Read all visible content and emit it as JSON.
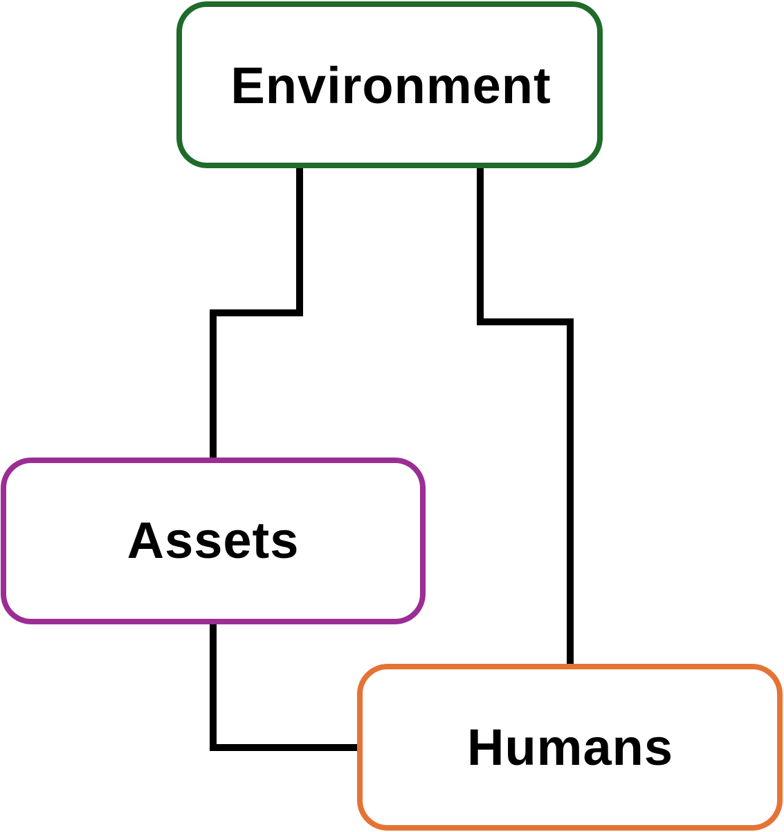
{
  "diagram": {
    "nodes": {
      "environment": {
        "label": "Environment",
        "color": "#1e6b2a"
      },
      "assets": {
        "label": "Assets",
        "color": "#9b2d94"
      },
      "humans": {
        "label": "Humans",
        "color": "#e57335"
      }
    },
    "edges": [
      {
        "from": "environment",
        "to": "assets"
      },
      {
        "from": "environment",
        "to": "humans"
      },
      {
        "from": "assets",
        "to": "humans"
      }
    ]
  }
}
